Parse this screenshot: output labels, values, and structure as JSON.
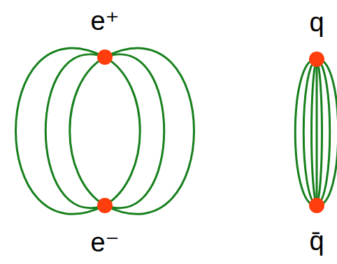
{
  "diagram": {
    "labels": [
      "e⁺",
      "e⁻",
      "q",
      "q̄"
    ]
  }
}
